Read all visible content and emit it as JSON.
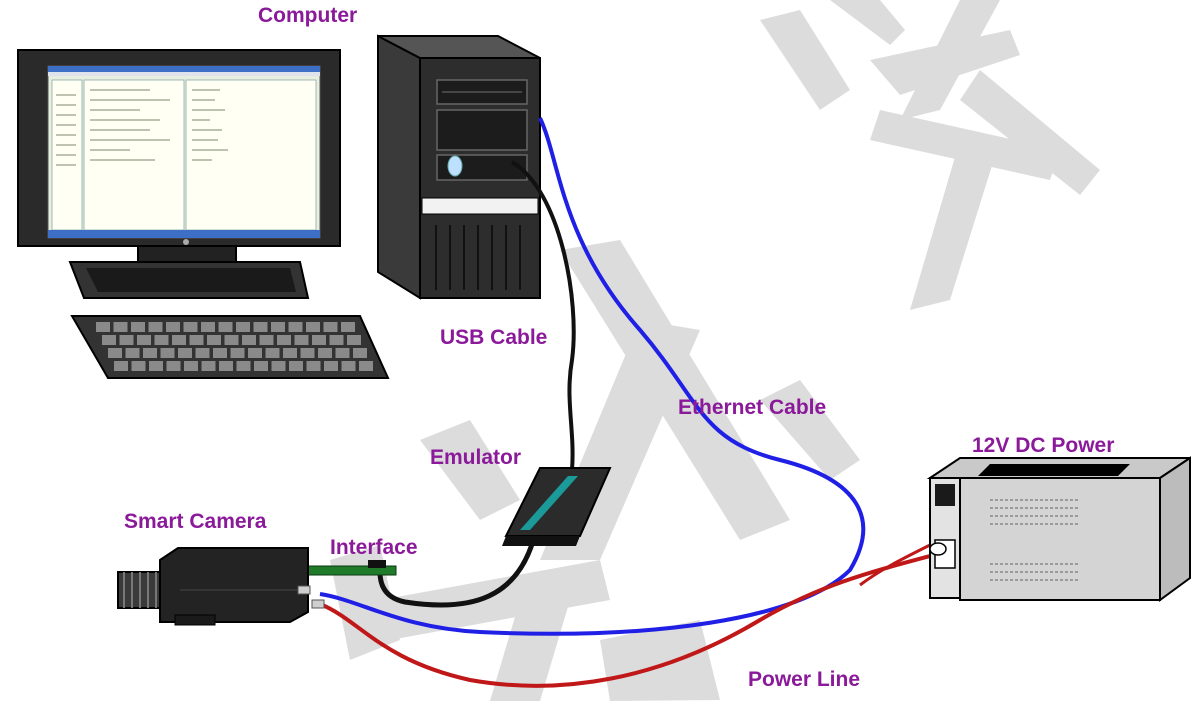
{
  "labels": {
    "computer": "Computer",
    "usb_cable": "USB Cable",
    "ethernet_cable": "Ethernet Cable",
    "emulator": "Emulator",
    "power_supply": "12V DC Power",
    "smart_camera": "Smart Camera",
    "interface": "Interface",
    "power_line": "Power Line"
  },
  "colors": {
    "label": "#8b1a9a",
    "ethernet": "#1f1fe6",
    "power": "#c01818",
    "usb": "#111111",
    "watermark": "#d4d4d4"
  },
  "icons": {
    "monitor": "monitor-icon",
    "keyboard": "keyboard-icon",
    "tower": "computer-tower-icon",
    "camera": "camera-icon",
    "emulator": "emulator-icon",
    "power_supply": "power-supply-icon"
  }
}
